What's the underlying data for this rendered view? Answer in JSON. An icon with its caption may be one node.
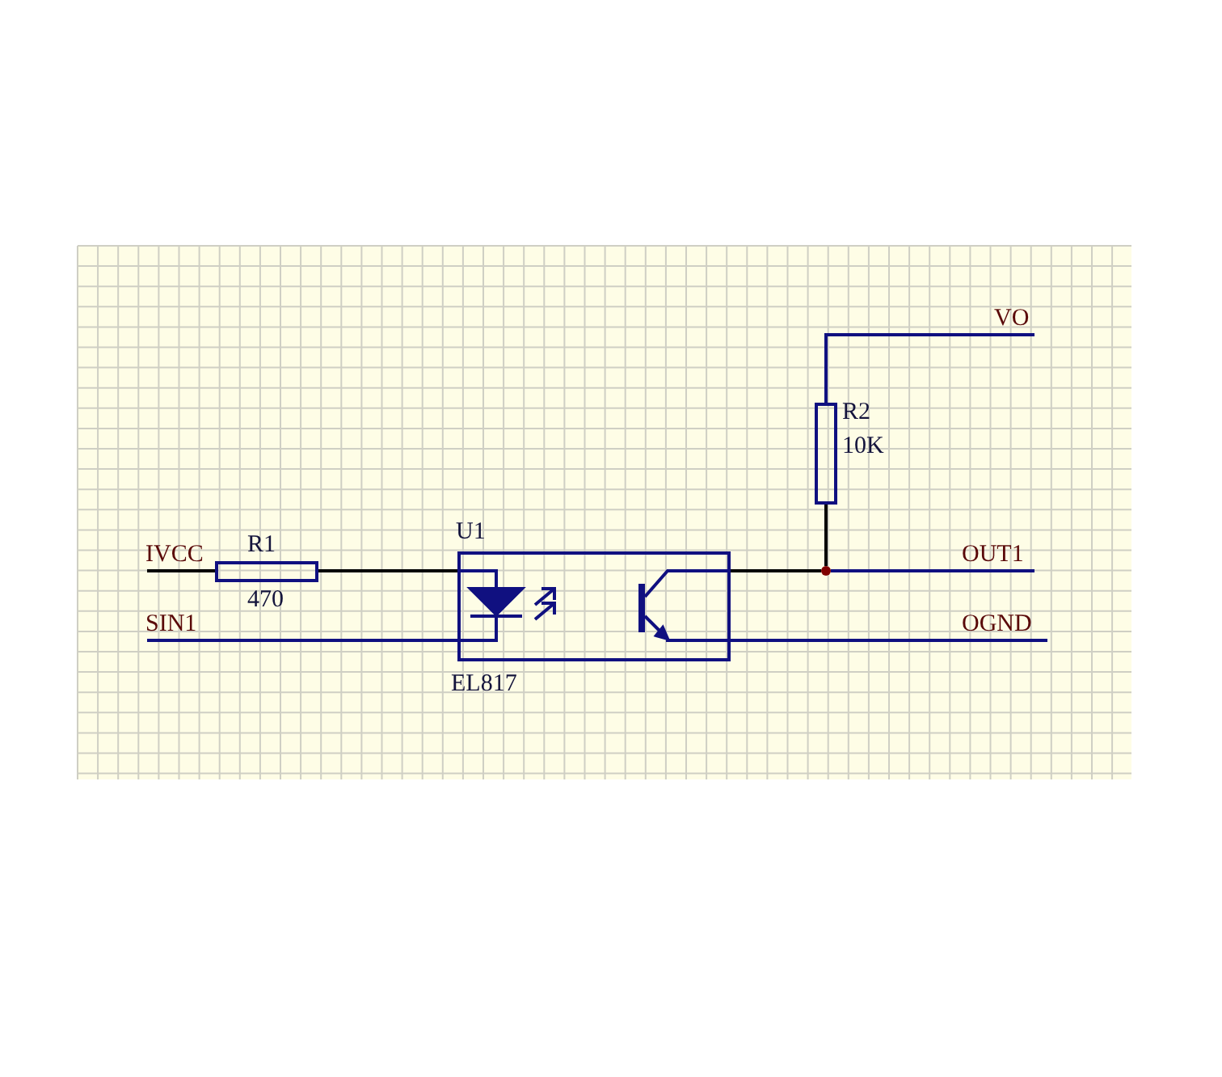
{
  "diagram": {
    "nodes": [
      {
        "text": [
          "VO"
        ]
      },
      {
        "text": [
          "R2",
          "10K"
        ]
      },
      {
        "text": [
          "U1",
          "EL817"
        ]
      },
      {
        "text": [
          "IVCC"
        ]
      },
      {
        "text": [
          "R1",
          "470"
        ]
      },
      {
        "text": [],
        "shape": "circle"
      },
      {
        "text": [
          "OUT1"
        ]
      },
      {
        "text": [
          "SIN1"
        ]
      },
      {
        "text": [
          "OGND"
        ]
      }
    ],
    "edges": [
      {
        "from": 3,
        "to": 4,
        "arrow": "none",
        "color": "#000000"
      },
      {
        "from": 4,
        "to": 2,
        "arrow": "none",
        "color": "#000000"
      },
      {
        "from": 7,
        "to": 2,
        "arrow": "none",
        "color": "#101080"
      },
      {
        "from": 2,
        "to": 5,
        "arrow": "none",
        "color": "#000000"
      },
      {
        "from": 5,
        "to": 6,
        "arrow": "none",
        "color": "#101080"
      },
      {
        "from": 2,
        "to": 8,
        "arrow": "none",
        "color": "#101080"
      },
      {
        "from": 1,
        "to": 5,
        "arrow": "none",
        "color": "#000000"
      },
      {
        "from": 1,
        "to": 0,
        "arrow": "none",
        "color": "#101080"
      }
    ]
  }
}
